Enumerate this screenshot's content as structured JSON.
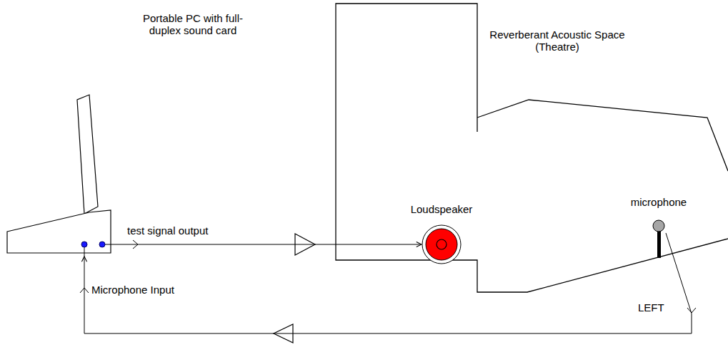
{
  "diagram": {
    "nodes": [
      {
        "text": [
          "Portable PC with full-duplex sound card"
        ]
      },
      {
        "text": [
          "Reverberant Acoustic Space (Theatre)"
        ]
      },
      {
        "text": [
          "Loudspeaker"
        ],
        "in": 1
      },
      {
        "text": [
          "microphone"
        ],
        "in": 1
      }
    ],
    "edges": [
      {
        "from": 0,
        "to": 2,
        "label": "test signal output",
        "arrow": "to"
      },
      {
        "from": 3,
        "to": 0,
        "label": "Microphone Input",
        "arrow": "to"
      }
    ],
    "labels": [
      "LEFT"
    ]
  }
}
